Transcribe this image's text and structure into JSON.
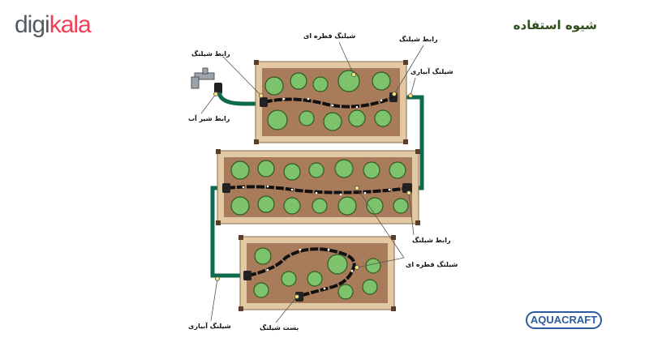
{
  "header": {
    "logo_part1": "digi",
    "logo_part2": "kala",
    "title": "شیوه استفاده"
  },
  "badge": {
    "text": "AQUACRAFT"
  },
  "labels": {
    "hose_connector_top_left": "رابط شیلنگ",
    "drip_hose_top": "شیلنگ قطره ای",
    "hose_connector_top_right": "رابط شیلنگ",
    "irrigation_hose_top_right": "شیلنگ آبیاری",
    "faucet_connector": "رابط شیر آب",
    "hose_connector_middle": "رابط شیلنگ",
    "drip_hose_bottom": "شیلنگ قطره ای",
    "irrigation_hose_bottom_left": "شیلنگ آبیاری",
    "hose_clamp": "بست شیلنگ"
  },
  "colors": {
    "soil": "#a87c5a",
    "frame": "#e2c9a3",
    "frame_edge": "#8a6a4a",
    "plant": "#7cc36b",
    "plant_edge": "#2f5a24",
    "main_hose": "#0e6a4c",
    "drip_hose": "#111111",
    "brand_red": "#ef3e55",
    "brand_gray": "#555b62",
    "aquacraft_blue": "#2d5aa0"
  }
}
